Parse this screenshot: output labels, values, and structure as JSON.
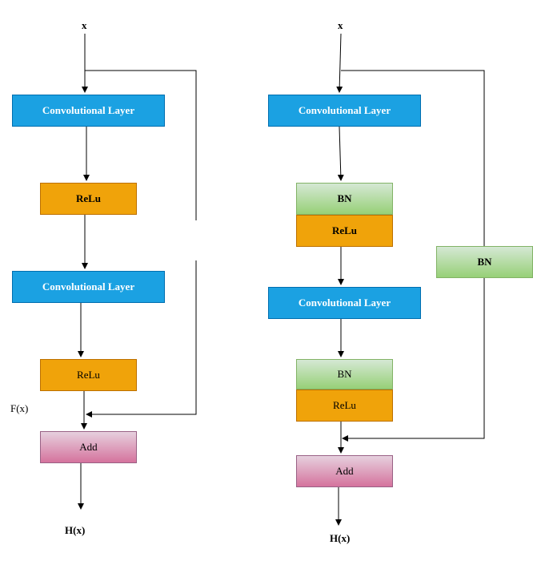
{
  "left": {
    "input": "x",
    "conv1": "Convolutional Layer",
    "relu1": "ReLu",
    "conv2": "Convolutional Layer",
    "relu2": "ReLu",
    "fx": "F(x)",
    "add": "Add",
    "output": "H(x)"
  },
  "right": {
    "input": "x",
    "conv1": "Convolutional Layer",
    "bn1": "BN",
    "relu1": "ReLu",
    "conv2": "Convolutional Layer",
    "bn2": "BN",
    "relu2": "ReLu",
    "add": "Add",
    "output": "H(x)",
    "shortcut_bn": "BN"
  }
}
